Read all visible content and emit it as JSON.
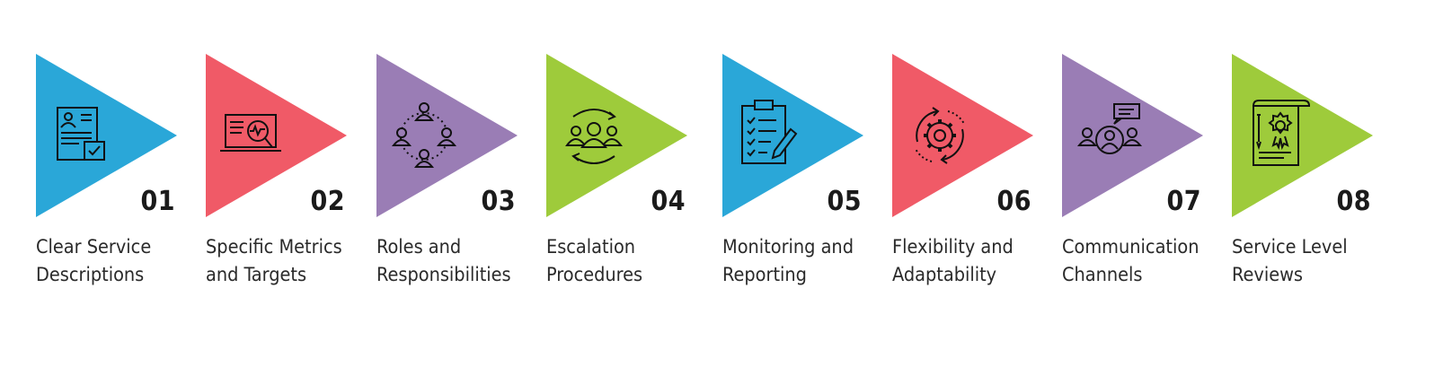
{
  "colors": {
    "blue": "#2aa7d8",
    "red": "#f05a67",
    "purple": "#9a7db5",
    "green": "#9ecb3b",
    "ink": "#1b1b1b"
  },
  "steps": [
    {
      "number": "01",
      "line1": "Clear Service",
      "line2": "Descriptions",
      "color": "#2aa7d8",
      "icon": "document-check-icon"
    },
    {
      "number": "02",
      "line1": "Specific Metrics",
      "line2": "and Targets",
      "color": "#f05a67",
      "icon": "laptop-analytics-icon"
    },
    {
      "number": "03",
      "line1": "Roles and",
      "line2": "Responsibilities",
      "color": "#9a7db5",
      "icon": "team-cycle-icon"
    },
    {
      "number": "04",
      "line1": "Escalation",
      "line2": "Procedures",
      "color": "#9ecb3b",
      "icon": "group-cycle-icon"
    },
    {
      "number": "05",
      "line1": "Monitoring and",
      "line2": "Reporting",
      "color": "#2aa7d8",
      "icon": "clipboard-checklist-icon"
    },
    {
      "number": "06",
      "line1": "Flexibility and",
      "line2": "Adaptability",
      "color": "#f05a67",
      "icon": "gear-cycle-icon"
    },
    {
      "number": "07",
      "line1": "Communication",
      "line2": "Channels",
      "color": "#9a7db5",
      "icon": "people-chat-icon"
    },
    {
      "number": "08",
      "line1": "Service Level",
      "line2": "Reviews",
      "color": "#9ecb3b",
      "icon": "certificate-icon"
    }
  ]
}
